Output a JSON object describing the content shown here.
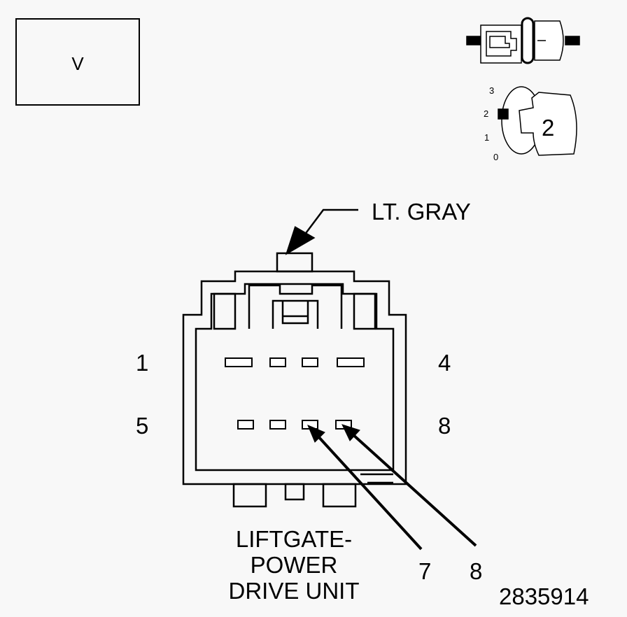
{
  "view_box": {
    "label": "V"
  },
  "ignition": {
    "positions": [
      "3",
      "2",
      "1",
      "0"
    ],
    "key_position": "2"
  },
  "connector": {
    "color_label": "LT. GRAY",
    "name_lines": [
      "LIFTGATE-",
      "POWER",
      "DRIVE UNIT"
    ],
    "row_labels": {
      "top_left": "1",
      "top_right": "4",
      "bottom_left": "5",
      "bottom_right": "8"
    },
    "callouts": [
      "7",
      "8"
    ]
  },
  "figure_number": "2835914"
}
